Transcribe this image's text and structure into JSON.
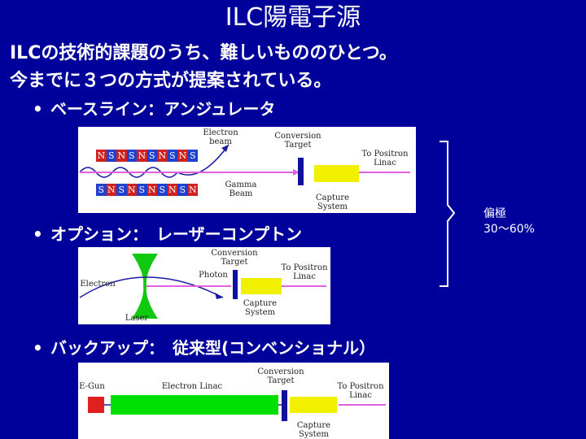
{
  "slide": {
    "title": "ILC陽電子源",
    "line1": "ILCの技術的課題のうち、難しいもののひとつ。",
    "line2": "今までに３つの方式が提案されている。",
    "bullet_symbol": "•",
    "bullets": [
      "ベースライン：アンジュレータ",
      "オプション：　レーザーコンプトン",
      "バックアップ：　従来型(コンベンショナル）"
    ],
    "side_label_1": "偏極",
    "side_label_2": "30～60%"
  },
  "diagram1": {
    "electron_beam": [
      "Electron",
      "beam"
    ],
    "conversion_target": [
      "Conversion",
      "Target"
    ],
    "to_positron_linac": [
      "To Positron",
      "Linac"
    ],
    "gamma_beam": [
      "Gamma",
      "Beam"
    ],
    "capture_system": [
      "Capture",
      "System"
    ],
    "magnet_top": [
      "N",
      "S",
      "N",
      "S",
      "N",
      "S",
      "N",
      "S",
      "N",
      "S"
    ],
    "magnet_bottom": [
      "S",
      "N",
      "S",
      "N",
      "S",
      "N",
      "S",
      "N",
      "S",
      "N"
    ]
  },
  "diagram2": {
    "conversion_target": [
      "Conversion",
      "Target"
    ],
    "to_positron_linac": [
      "To Positron",
      "Linac"
    ],
    "photon": "Photon",
    "electron": "Electron",
    "laser": "Laser",
    "capture_system": [
      "Capture",
      "System"
    ]
  },
  "diagram3": {
    "egun": "E-Gun",
    "electron_linac": "Electron Linac",
    "conversion_target": [
      "Conversion",
      "Target"
    ],
    "to_positron_linac": [
      "To Positron",
      "Linac"
    ],
    "capture_system": [
      "Capture",
      "System"
    ]
  },
  "colors": {
    "background": "#00009a",
    "target": "#1010a0",
    "capture": "#f0f000",
    "linac": "#00e000",
    "laser": "#10c810",
    "egun": "#e02020",
    "magnet_n": "#d02020",
    "magnet_s": "#2040d0"
  }
}
